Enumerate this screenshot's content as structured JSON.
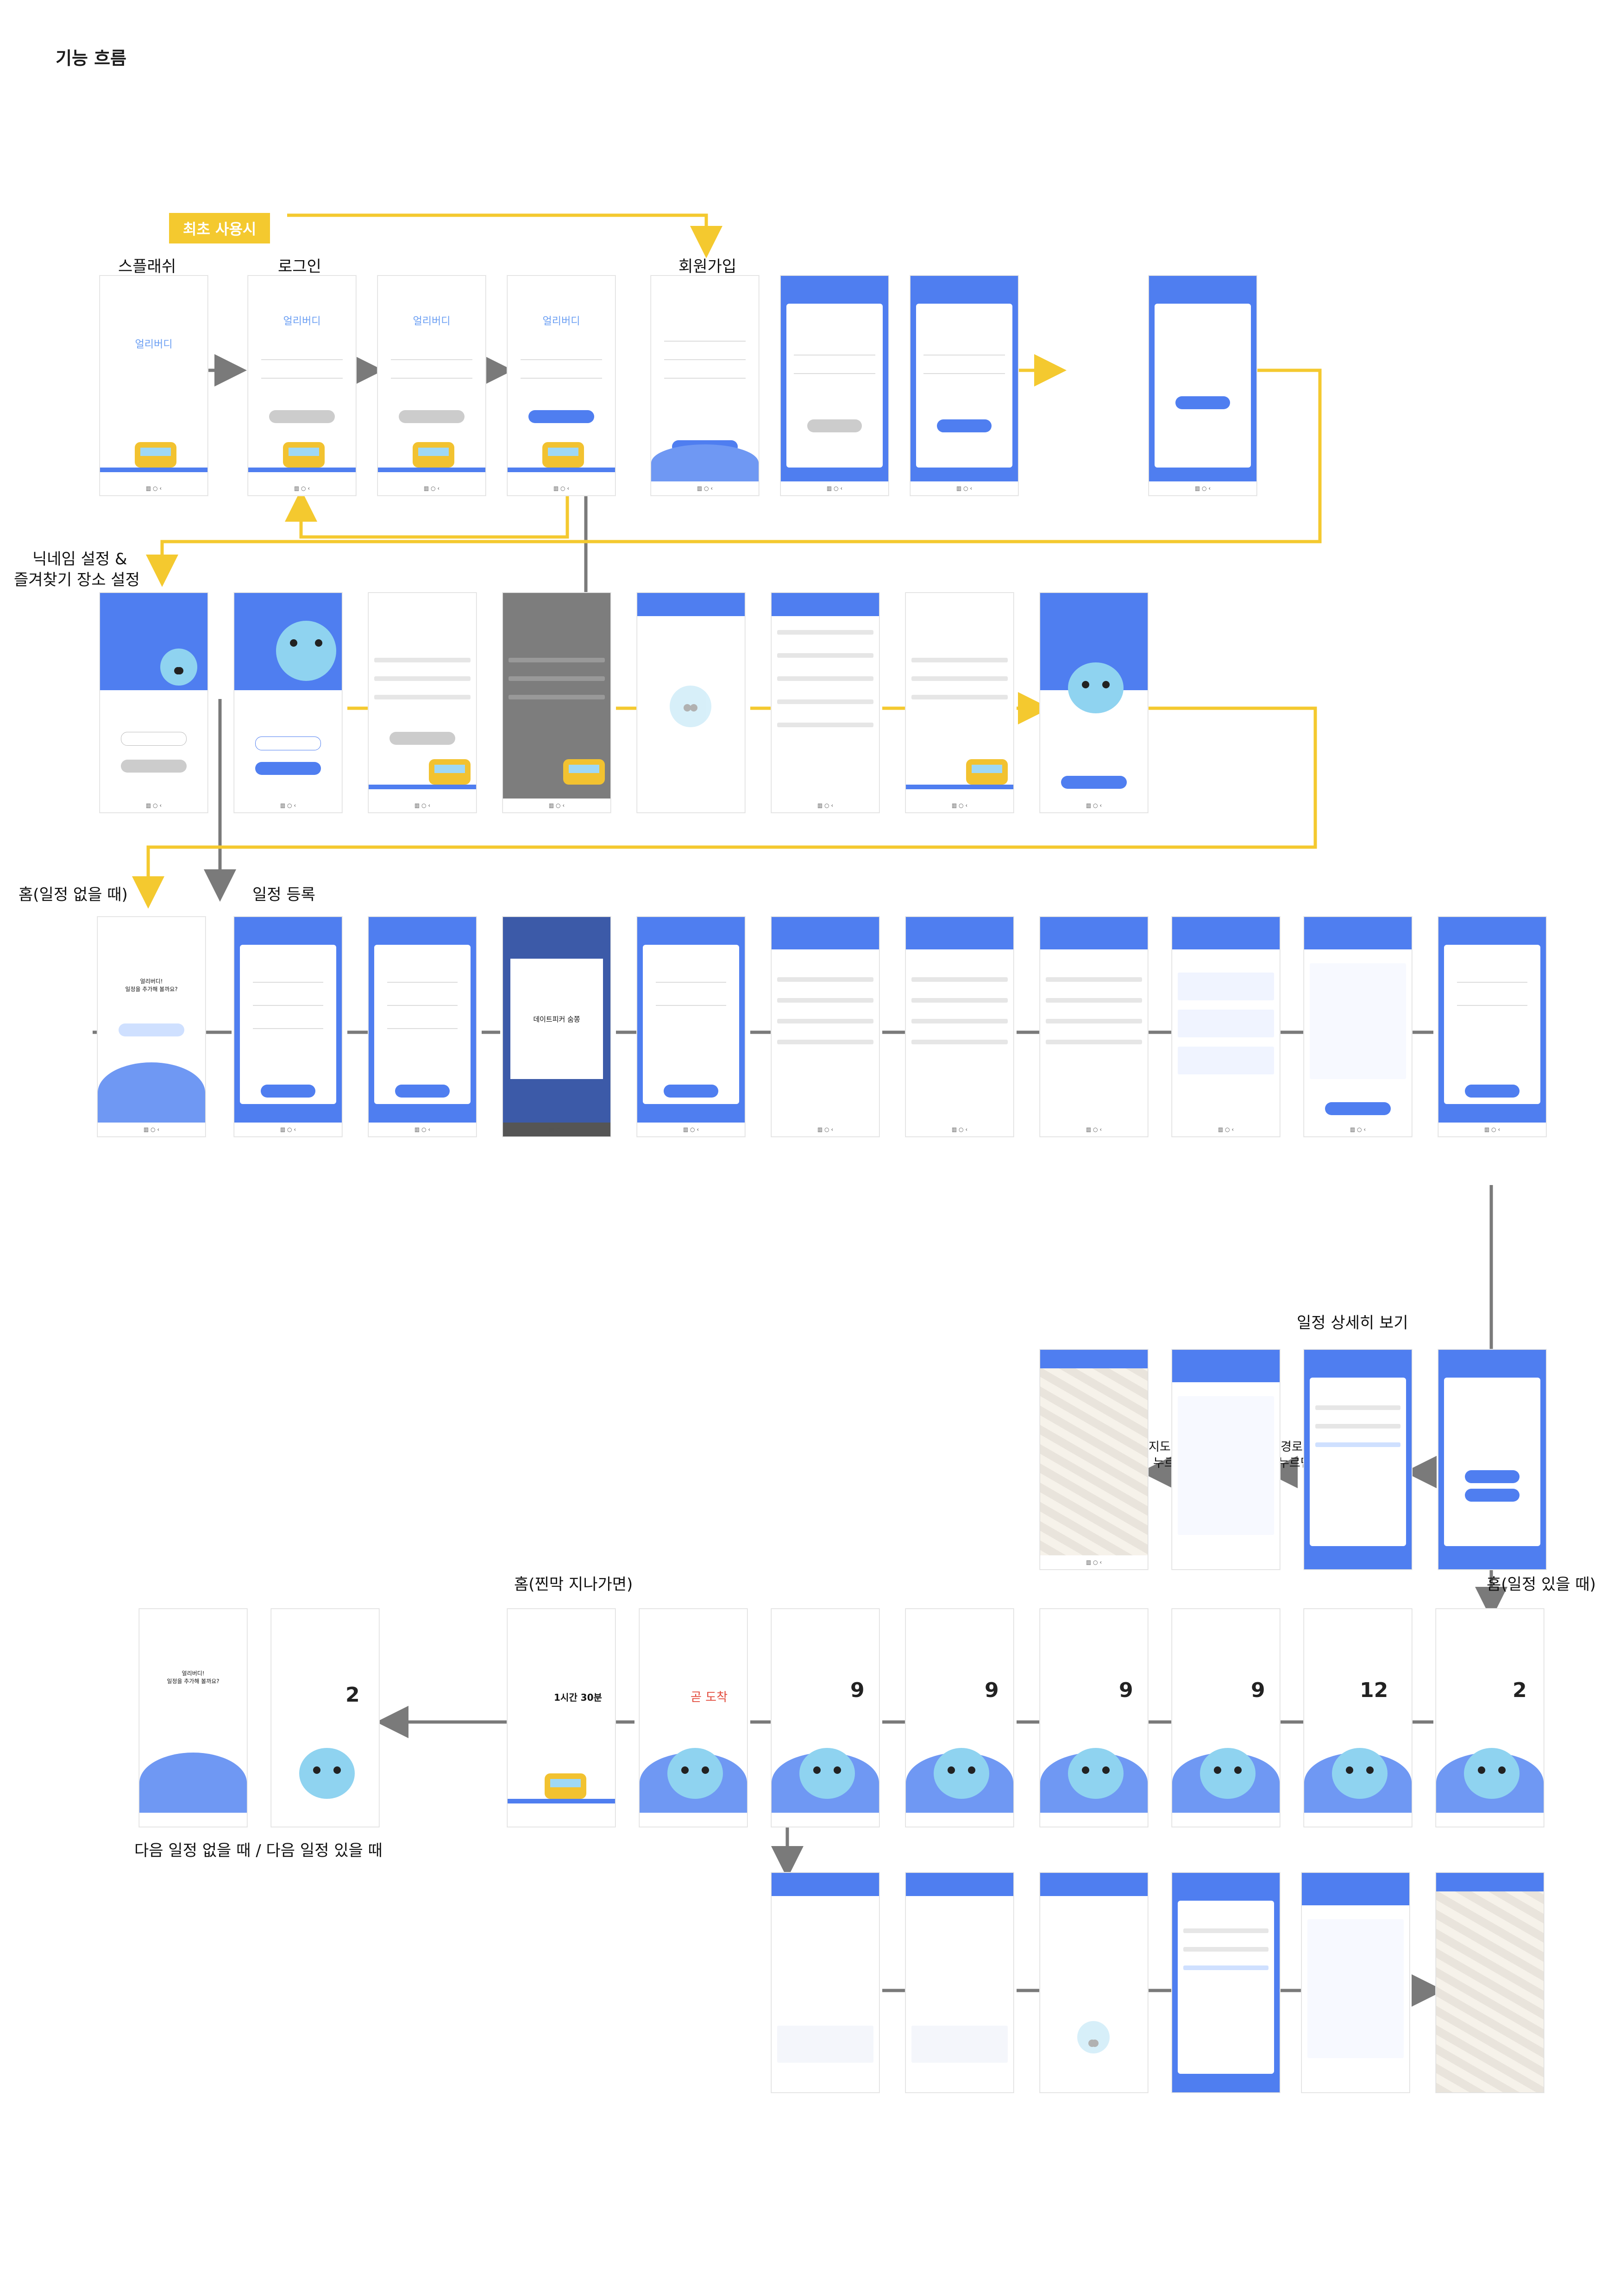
{
  "page_title": "기능 흐름",
  "badge_first_use": "최초 사용시",
  "labels": {
    "splash": "스플래쉬",
    "login": "로그인",
    "signup": "회원가입",
    "nickname_line1": "닉네임 설정 &",
    "nickname_line2": "즐겨찾기 장소 설정",
    "home_no_schedule": "홈(일정 없을 때)",
    "schedule_register": "일정 등록",
    "schedule_detail": "일정 상세히 보기",
    "home_has_schedule": "홈(일정 있을 때)",
    "home_last_train": "홈(찐막 지나가면)",
    "next_none_or_exists": "다음 일정 없을 때 / 다음 일정 있을 때",
    "view_map_line1": "지도보기",
    "view_map_line2": "누르면",
    "route_line1": "경로",
    "route_line2": "누르면"
  },
  "screen_text": {
    "brand": "얼리버디",
    "date_picker": "데이트피커 숨쫑",
    "no_schedule_msg": "얼리버디!\n일정을 추가해 볼까요?",
    "arrived": "곧 도착",
    "remain_9": "9",
    "remain_12": "12",
    "remain_2": "2",
    "time_1h30": "1시간 30분"
  },
  "colors": {
    "accent_blue": "#4f7ef0",
    "accent_yellow": "#f4c92f",
    "arrow_gray": "#7a7a7a",
    "arrow_yellow": "#f4c92f"
  }
}
